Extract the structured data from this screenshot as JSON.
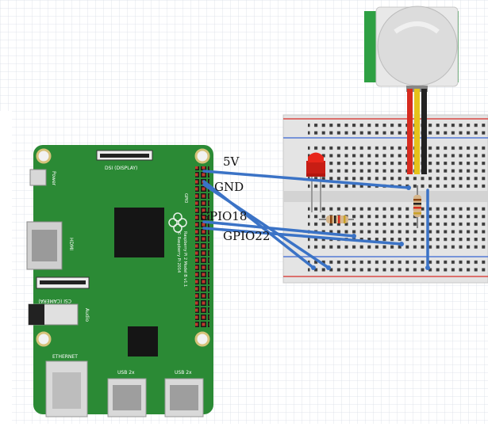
{
  "labels": {
    "v5": "5V",
    "gnd": "GND",
    "gpio18": "GPIO18",
    "gpio22": "GPIO22"
  },
  "board_text": {
    "dsi": "DSI (DISPLAY)",
    "power": "Power",
    "hdmi": "HDMI",
    "csi": "CSI (CAMERA)",
    "audio": "Audio",
    "ethernet": "ETHERNET",
    "usb1": "USB 2x",
    "usb2": "USB 2x",
    "gpio": "GPIO",
    "model": "Raspberry Pi 2 Model B v1.1",
    "copyright": "© Raspberry Pi 2014"
  },
  "colors": {
    "board": "#2b8a35",
    "wire": "#3b73c6",
    "pir_board": "#2ea043",
    "red_wire": "#d62b1f",
    "yellow_wire": "#e6c21a",
    "black_wire": "#222222",
    "led": "#e8261b"
  }
}
